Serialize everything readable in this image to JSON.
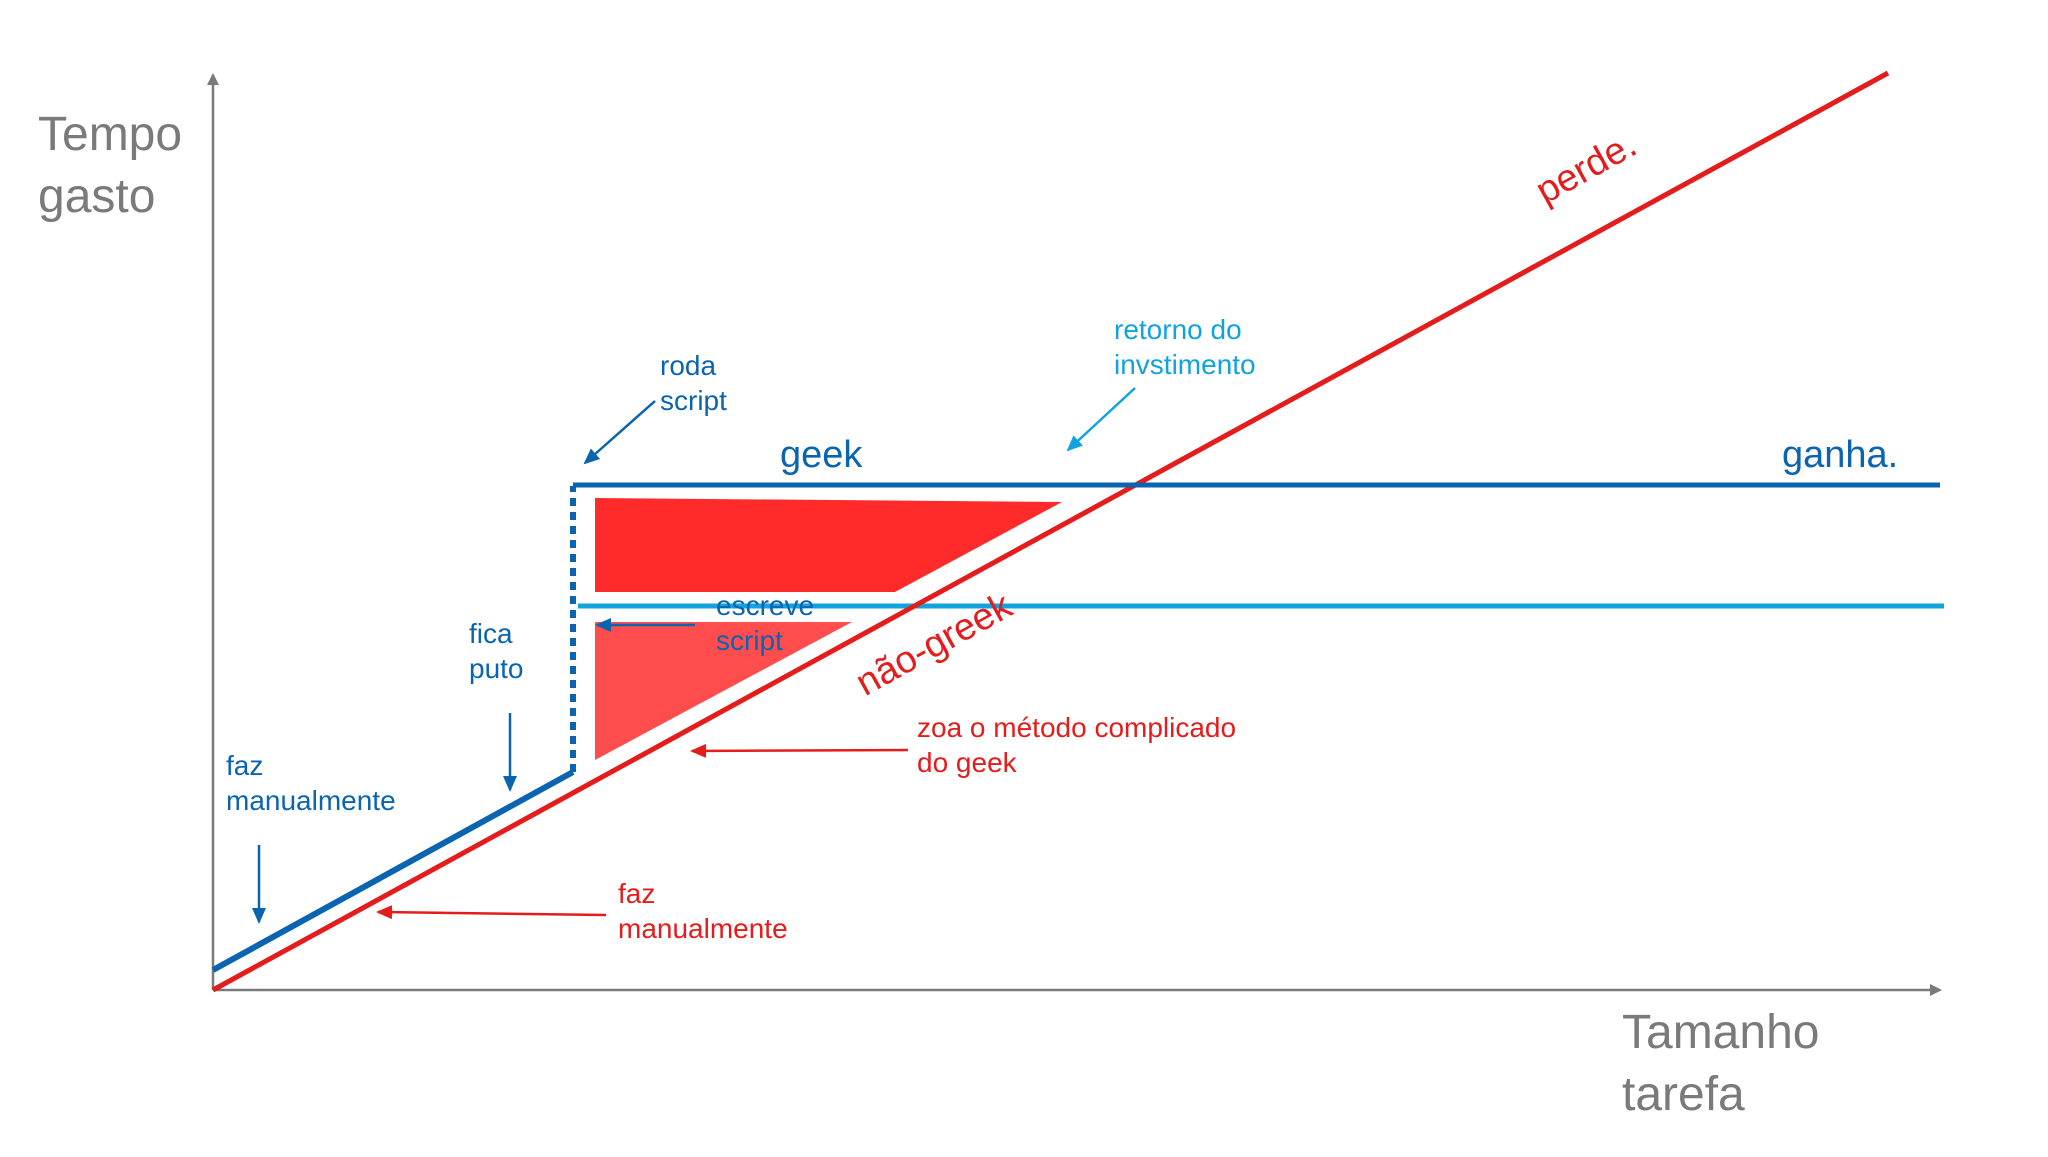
{
  "axes": {
    "y_label_line1": "Tempo",
    "y_label_line2": "gasto",
    "x_label_line1": "Tamanho",
    "x_label_line2": "tarefa"
  },
  "labels": {
    "geek_faz_line1": "faz",
    "geek_faz_line2": "manualmente",
    "fica_line1": "fica",
    "fica_line2": "puto",
    "roda_line1": "roda",
    "roda_line2": "script",
    "escreve_line1": "escreve",
    "escreve_line2": "script",
    "geek": "geek",
    "ganha": "ganha.",
    "retorno_line1": "retorno  do",
    "retorno_line2": "invstimento",
    "perde": "perde.",
    "nao_geek": "não-greek",
    "zoa_line1": "zoa o método complicado",
    "zoa_line2": "do geek",
    "nongeek_faz_line1": "faz",
    "nongeek_faz_line2": "manualmente"
  },
  "colors": {
    "geek_blue": "#0a64b0",
    "roi_cyan": "#12a3df",
    "nongeek_red": "#e41c1c",
    "fill_red": "#ff2a2a",
    "fill_red_light": "#ff4d4d",
    "axis_gray": "#7a7a7a"
  }
}
